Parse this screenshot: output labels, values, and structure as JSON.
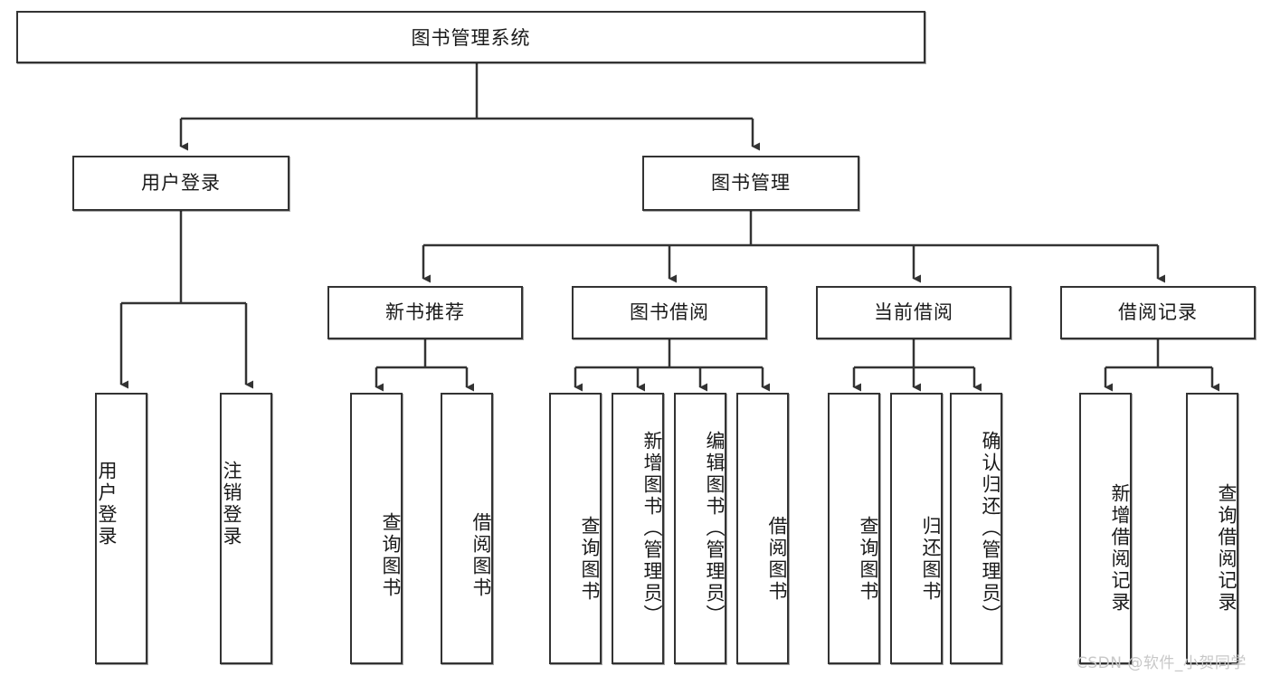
{
  "diagram": {
    "title": "图书管理系统",
    "type": "hierarchy-tree",
    "root": {
      "label": "图书管理系统"
    },
    "level1": [
      {
        "label": "用户登录"
      },
      {
        "label": "图书管理"
      }
    ],
    "level2": [
      {
        "label": "新书推荐",
        "parent": "图书管理"
      },
      {
        "label": "图书借阅",
        "parent": "图书管理"
      },
      {
        "label": "当前借阅",
        "parent": "图书管理"
      },
      {
        "label": "借阅记录",
        "parent": "图书管理"
      }
    ],
    "leaves": {
      "user_login": [
        {
          "label": "用户登录"
        },
        {
          "label": "注销登录"
        }
      ],
      "new_book_recommend": [
        {
          "label": "查询图书"
        },
        {
          "label": "借阅图书"
        }
      ],
      "book_borrow": [
        {
          "label": "查询图书"
        },
        {
          "label": "新增图书（管理员）"
        },
        {
          "label": "编辑图书（管理员）"
        },
        {
          "label": "借阅图书"
        }
      ],
      "current_borrow": [
        {
          "label": "查询图书"
        },
        {
          "label": "归还图书"
        },
        {
          "label": "确认归还（管理员）"
        }
      ],
      "borrow_record": [
        {
          "label": "新增借阅记录"
        },
        {
          "label": "查询借阅记录"
        }
      ]
    }
  },
  "watermark": {
    "text": "CSDN @软件_小贺同学"
  },
  "colors": {
    "border": "#333333",
    "text": "#1a1a1a",
    "background": "#ffffff",
    "wire": "#333333",
    "watermark": "#c8c8c8"
  }
}
